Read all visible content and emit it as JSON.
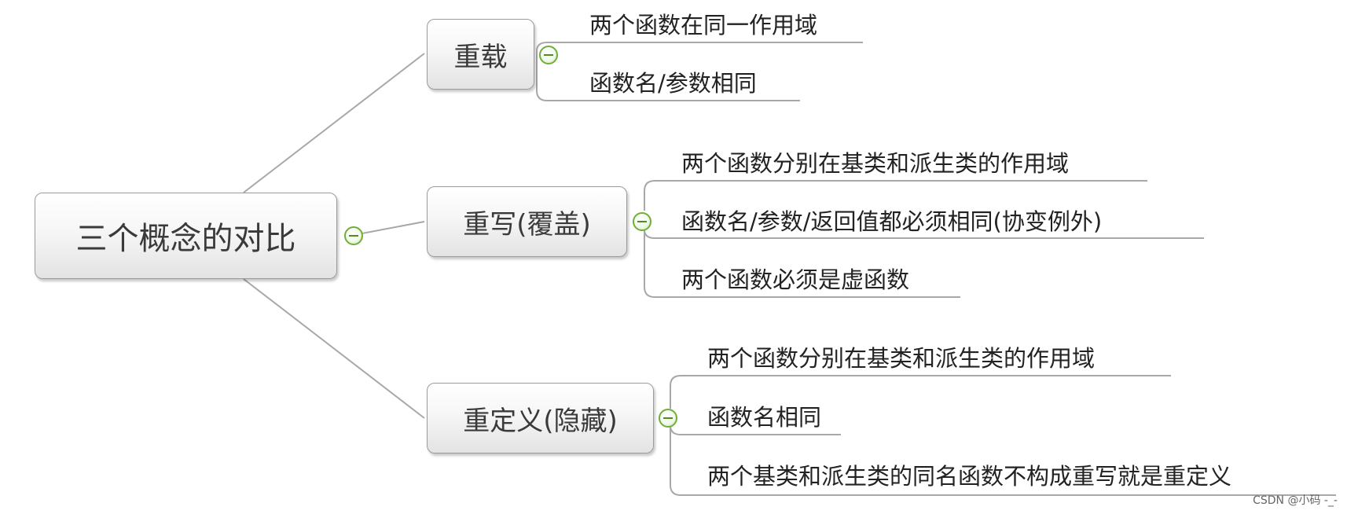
{
  "root": {
    "label": "三个概念的对比"
  },
  "branches": [
    {
      "label": "重载",
      "leaves": [
        "两个函数在同一作用域",
        "函数名/参数相同"
      ]
    },
    {
      "label": "重写(覆盖)",
      "leaves": [
        "两个函数分别在基类和派生类的作用域",
        "函数名/参数/返回值都必须相同(协变例外)",
        "两个函数必须是虚函数"
      ]
    },
    {
      "label": "重定义(隐藏)",
      "leaves": [
        "两个函数分别在基类和派生类的作用域",
        "函数名相同",
        "两个基类和派生类的同名函数不构成重写就是重定义"
      ]
    }
  ],
  "watermark": "CSDN @小码 -_-",
  "colors": {
    "connector": "#a8a8a8",
    "toggle_border": "#6fae3a",
    "text": "#222222"
  },
  "icons": {
    "toggle": "collapse-minus-icon"
  }
}
